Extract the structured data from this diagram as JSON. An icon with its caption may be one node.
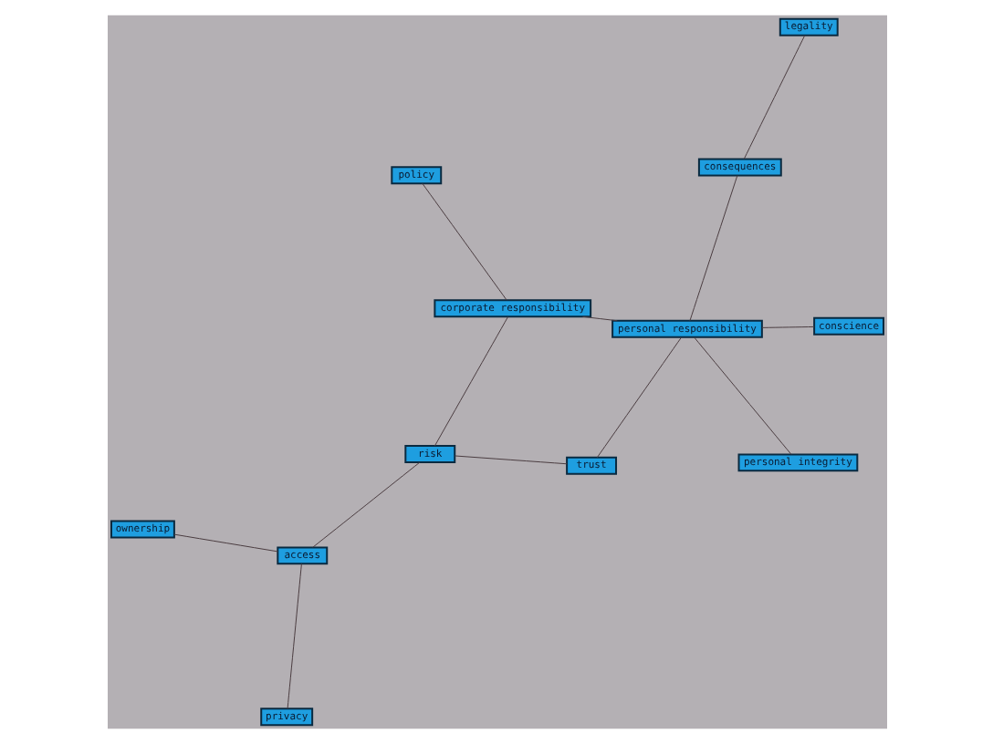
{
  "diagram": {
    "nodes": [
      {
        "text": [
          "ownership"
        ]
      },
      {
        "text": [
          "access"
        ]
      },
      {
        "text": [
          "privacy"
        ]
      },
      {
        "text": [
          "risk"
        ]
      },
      {
        "text": [
          "trust"
        ]
      },
      {
        "text": [
          "policy"
        ]
      },
      {
        "text": [
          "corporate responsibility"
        ]
      },
      {
        "text": [
          "conscience"
        ]
      },
      {
        "text": [
          "personal responsibility"
        ]
      },
      {
        "text": [
          "personal integrity"
        ]
      },
      {
        "text": [
          "consequences"
        ]
      },
      {
        "text": [
          "legality"
        ]
      }
    ],
    "edges": [
      {
        "from": 0,
        "to": 1,
        "arrow": "none"
      },
      {
        "from": 1,
        "to": 2,
        "arrow": "none"
      },
      {
        "from": 1,
        "to": 3,
        "arrow": "none"
      },
      {
        "from": 3,
        "to": 6,
        "arrow": "none"
      },
      {
        "from": 3,
        "to": 4,
        "arrow": "none"
      },
      {
        "from": 5,
        "to": 6,
        "arrow": "none"
      },
      {
        "from": 6,
        "to": 8,
        "arrow": "none"
      },
      {
        "from": 7,
        "to": 8,
        "arrow": "none"
      },
      {
        "from": 8,
        "to": 9,
        "arrow": "none"
      },
      {
        "from": 8,
        "to": 4,
        "arrow": "none"
      },
      {
        "from": 8,
        "to": 10,
        "arrow": "none"
      },
      {
        "from": 10,
        "to": 11,
        "arrow": "none"
      }
    ]
  }
}
